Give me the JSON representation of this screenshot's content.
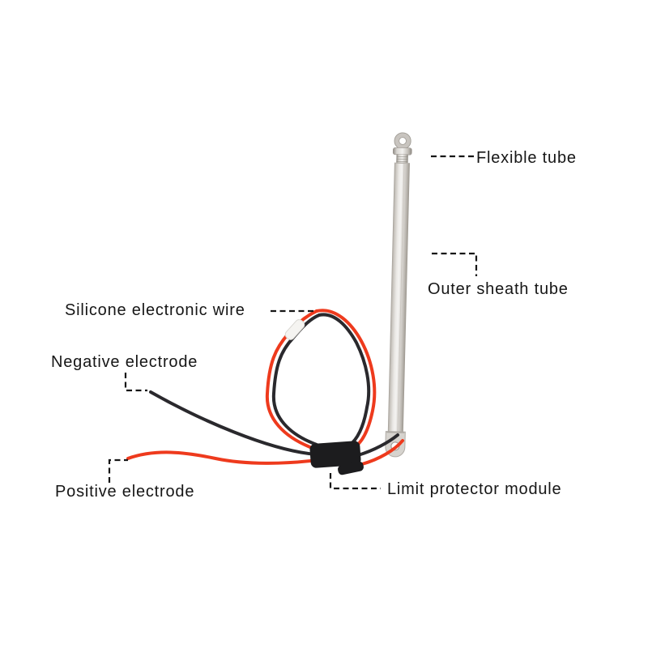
{
  "diagram": {
    "background": "#ffffff",
    "labels": {
      "flexible_tube": "Flexible tube",
      "outer_sheath_tube": "Outer sheath tube",
      "silicone_electronic_wire": "Silicone electronic wire",
      "negative_electrode": "Negative electrode",
      "positive_electrode": "Positive electrode",
      "limit_protector_module": "Limit protector module"
    },
    "colors": {
      "background": "#ffffff",
      "text": "#161616",
      "leader_line": "#161616",
      "wire_red": "#ee3a1d",
      "wire_black": "#2a292d",
      "module": "#1c1c1e",
      "sleeve": "#f5f4f1",
      "tube_highlight": "#f4f3f1",
      "tube_base": "#d6d3cf",
      "tube_shadow": "#a29d96"
    }
  }
}
